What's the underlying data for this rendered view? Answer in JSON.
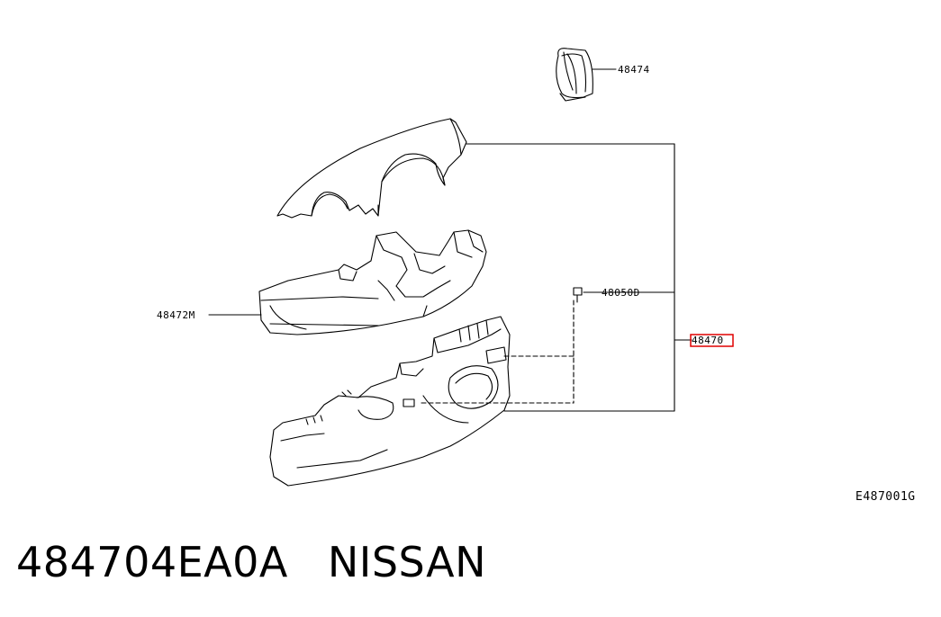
{
  "diagram": {
    "callouts": {
      "ring": "48474",
      "lower_cover": "48472M",
      "screw": "48050D",
      "assembly": "48470"
    },
    "figure_code": "E487001G",
    "highlight_color": "#e00000"
  },
  "part": {
    "number": "484704EA0A",
    "brand": "NISSAN"
  }
}
